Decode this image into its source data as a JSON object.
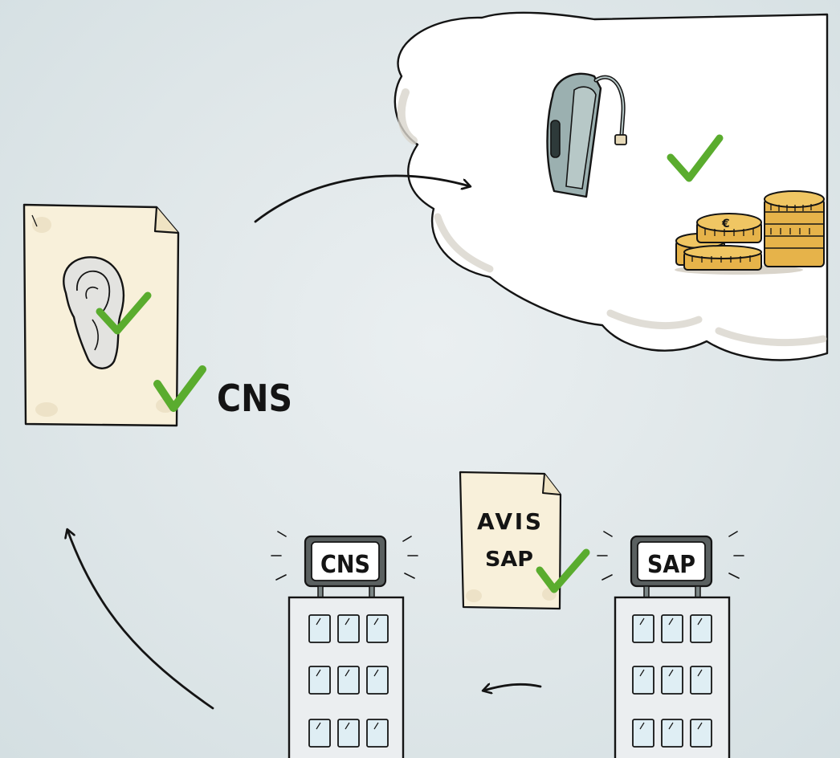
{
  "labels": {
    "cns_main": "CNS",
    "avis_line1": "AVIS",
    "avis_line2": "SAP",
    "building_left_sign": "CNS",
    "building_right_sign": "SAP"
  },
  "colors": {
    "background": "#dde5e8",
    "paper": "#f8f0da",
    "check": "#5aac2e",
    "coin": "#e6b34a",
    "hearing_aid": "#9bb0b0",
    "ink": "#141414"
  },
  "icons": [
    "ear-icon",
    "hearing-aid-icon",
    "coins-euro-icon",
    "checkmark-icon",
    "document-icon",
    "office-building-icon",
    "cloud-icon",
    "arrow-icon"
  ]
}
